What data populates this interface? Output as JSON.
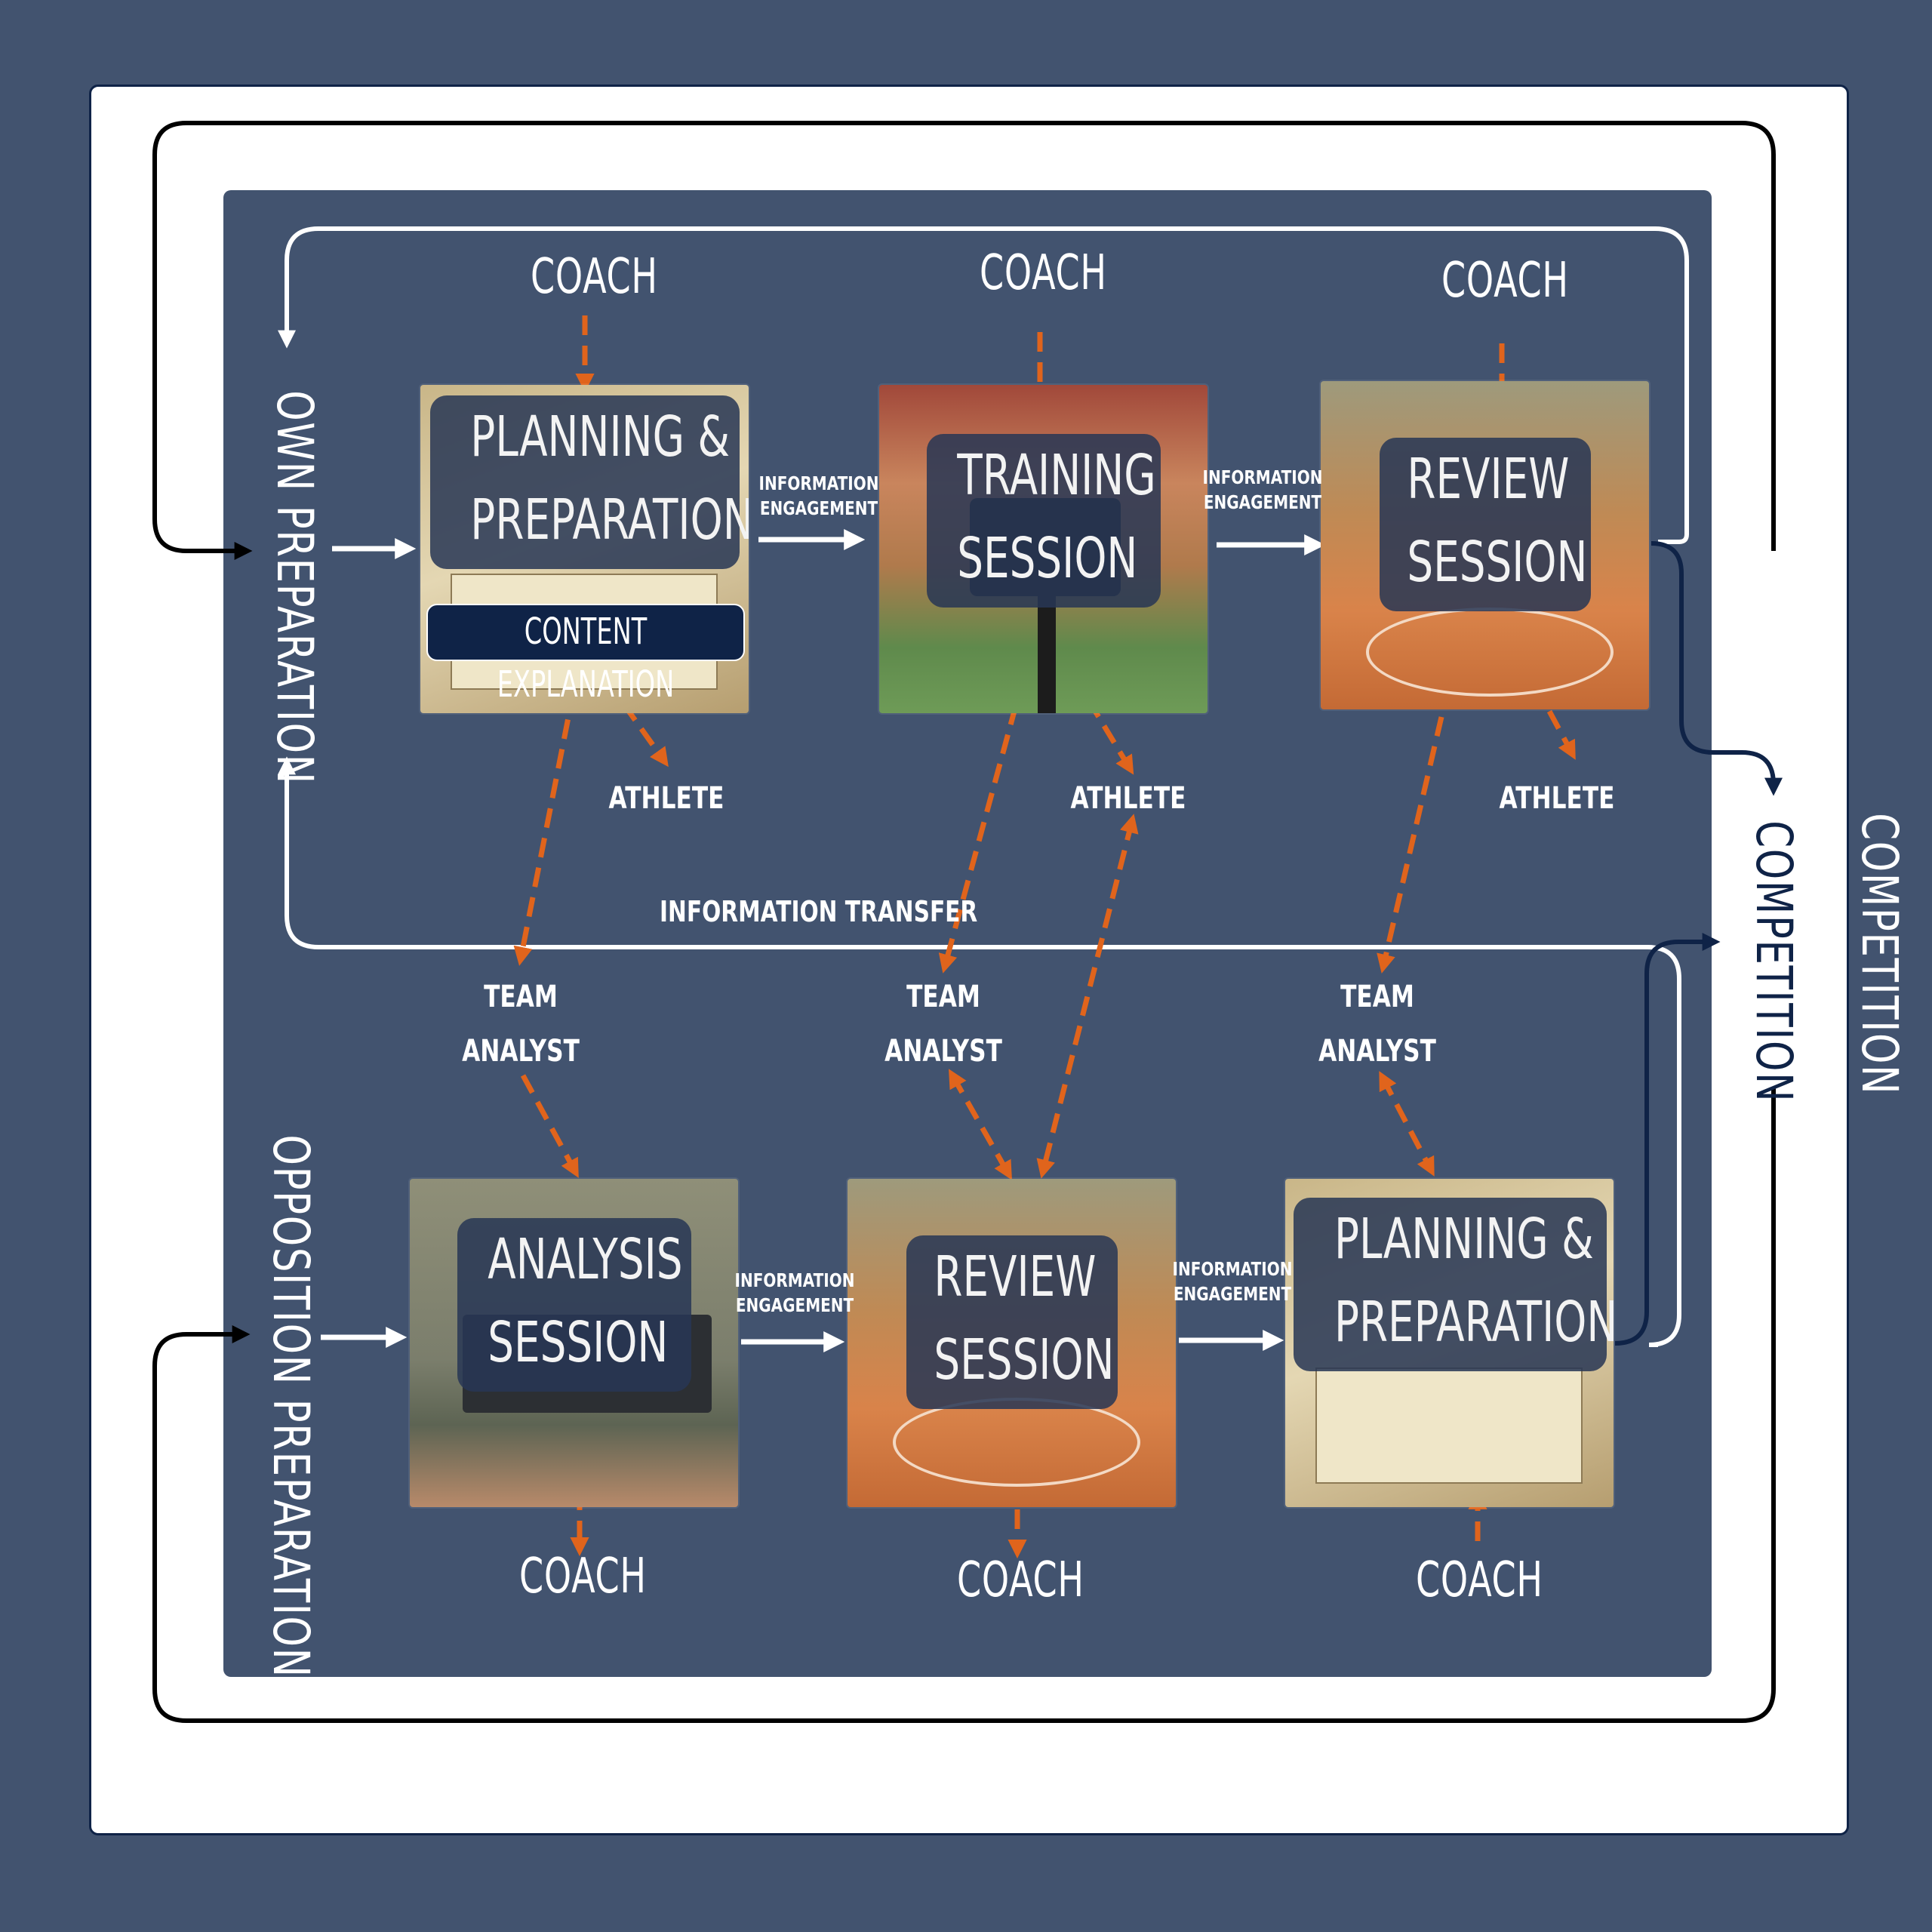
{
  "top_loop": {
    "row_labels": [
      "COACH",
      "COACH",
      "COACH"
    ],
    "athletes": [
      "ATHLETE",
      "ATHLETE",
      "ATHLETE"
    ],
    "stages": [
      {
        "line1": "PLANNING &",
        "line2": "PREPARATION",
        "sub": "CONTENT EXPLANATION"
      },
      {
        "line1": "TRAINING",
        "line2": "SESSION"
      },
      {
        "line1": "REVIEW",
        "line2": "SESSION"
      }
    ],
    "engagements": [
      {
        "line1": "INFORMATION",
        "line2": "ENGAGEMENT"
      },
      {
        "line1": "INFORMATION",
        "line2": "ENGAGEMENT"
      }
    ],
    "side_label": "OWN PREPARATION"
  },
  "middle": {
    "info_transfer": "INFORMATION TRANSFER",
    "analysts": [
      {
        "line1": "TEAM",
        "line2": "ANALYST"
      },
      {
        "line1": "TEAM",
        "line2": "ANALYST"
      },
      {
        "line1": "TEAM",
        "line2": "ANALYST"
      }
    ]
  },
  "bottom_loop": {
    "coaches": [
      "COACH",
      "COACH",
      "COACH"
    ],
    "stages": [
      {
        "line1": "ANALYSIS",
        "line2": "SESSION"
      },
      {
        "line1": "REVIEW",
        "line2": "SESSION"
      },
      {
        "line1": "PLANNING &",
        "line2": "PREPARATION"
      }
    ],
    "engagements": [
      {
        "line1": "INFORMATION",
        "line2": "ENGAGEMENT"
      },
      {
        "line1": "INFORMATION",
        "line2": "ENGAGEMENT"
      }
    ],
    "side_label": "OPPOSITION PREPARATION"
  },
  "competition_inner": "COMPETITION",
  "competition_outer": "COMPETITION",
  "colors": {
    "navy": "#42536f",
    "dark_navy": "#0f2347",
    "orange": "#e0641c",
    "white": "#ffffff"
  }
}
